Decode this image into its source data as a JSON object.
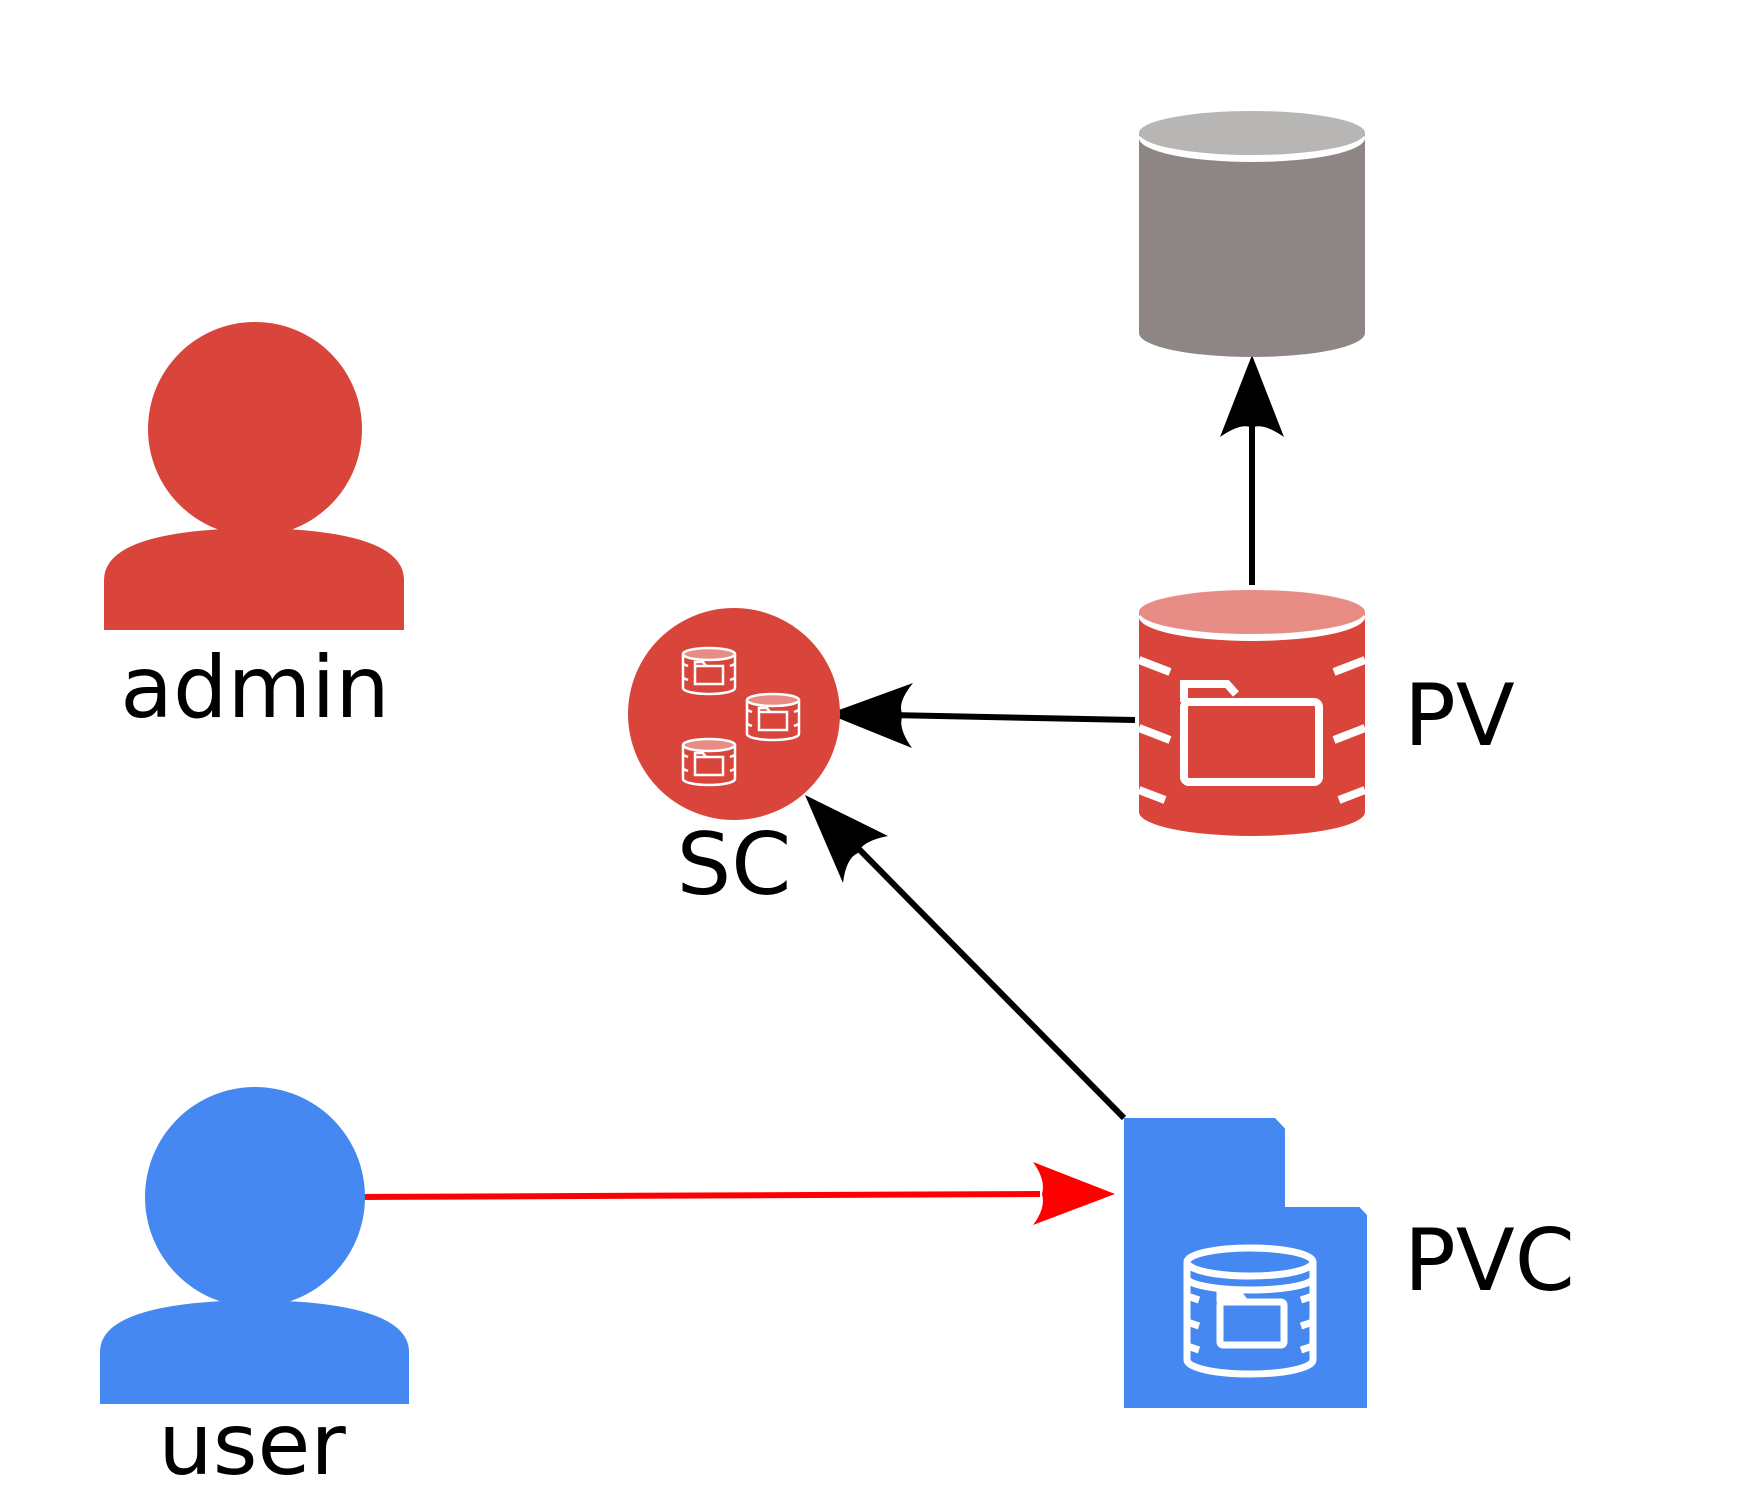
{
  "nodes": {
    "admin": {
      "label": "admin",
      "icon": "admin-user-icon",
      "color": "#d9453a"
    },
    "user": {
      "label": "user",
      "icon": "user-icon",
      "color": "#4588f2"
    },
    "sc": {
      "label": "SC",
      "icon": "storage-class-icon",
      "color": "#d9453a"
    },
    "pv": {
      "label": "PV",
      "icon": "persistent-volume-icon",
      "color": "#d9453a",
      "top_color": "#e88c86"
    },
    "pvc": {
      "label": "PVC",
      "icon": "persistent-volume-claim-icon",
      "color": "#4588f2"
    },
    "backend": {
      "icon": "storage-backend-icon",
      "body_color": "#8e8684",
      "top_color": "#b8b6b4"
    }
  },
  "edges": [
    {
      "from": "pv",
      "to": "backend",
      "color": "#000000"
    },
    {
      "from": "pv",
      "to": "sc",
      "color": "#000000"
    },
    {
      "from": "pvc",
      "to": "sc",
      "color": "#000000"
    },
    {
      "from": "user",
      "to": "pvc",
      "color": "#ff0000"
    }
  ]
}
